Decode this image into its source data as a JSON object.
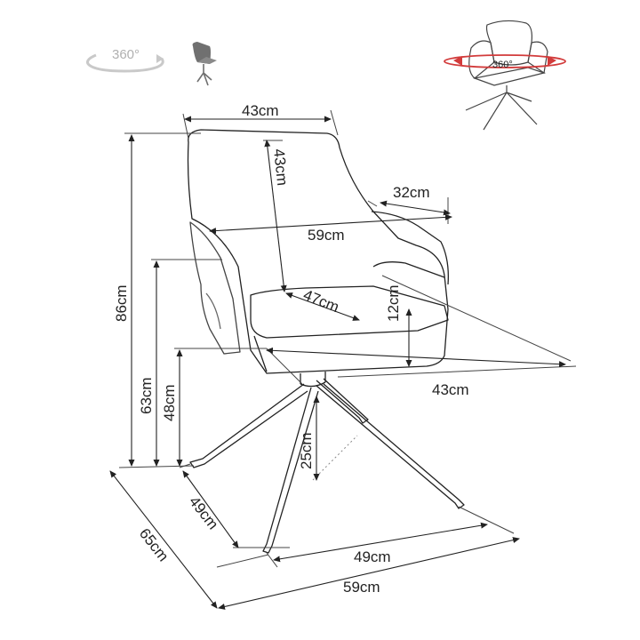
{
  "rotation": {
    "left_icon": {
      "label": "360°",
      "icon": "rotate-arrow-icon"
    },
    "right_icon": {
      "label": "360°",
      "icon": "swivel-chair-icon",
      "accent": "#d23b3b"
    }
  },
  "dimensions": {
    "back_width": "43cm",
    "back_height": "43cm",
    "arm_depth": "32cm",
    "overall_width_top": "59cm",
    "seat_depth": "47cm",
    "arm_height": "12cm",
    "seat_width": "43cm",
    "total_height": "86cm",
    "arm_floor_height": "63cm",
    "seat_height": "48cm",
    "leg_height": "25cm",
    "base_depth": "49cm",
    "overall_depth": "65cm",
    "base_width": "49cm",
    "overall_width": "59cm"
  },
  "colors": {
    "line": "#222222",
    "shade": "#7a7a7a",
    "accent": "#d23b3b"
  }
}
